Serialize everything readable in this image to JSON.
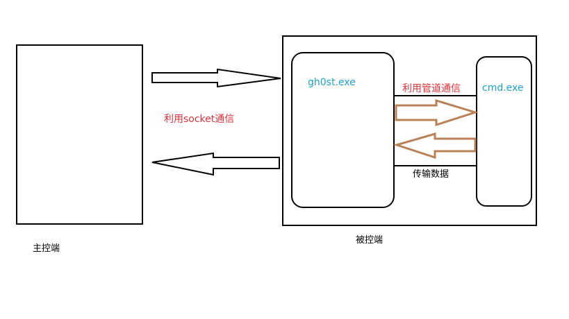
{
  "labels": {
    "master_side": "主控端",
    "controlled_side": "被控端",
    "socket_comm": "利用socket通信",
    "ghost_process": "gh0st.exe",
    "cmd_process": "cmd.exe",
    "pipe_comm": "利用管道通信",
    "data_transfer": "传输数据"
  },
  "colors": {
    "outline": "#000000",
    "comm_label": "#e0303a",
    "process_label": "#1aa3cf",
    "pipe_arrow": "#b98256"
  }
}
